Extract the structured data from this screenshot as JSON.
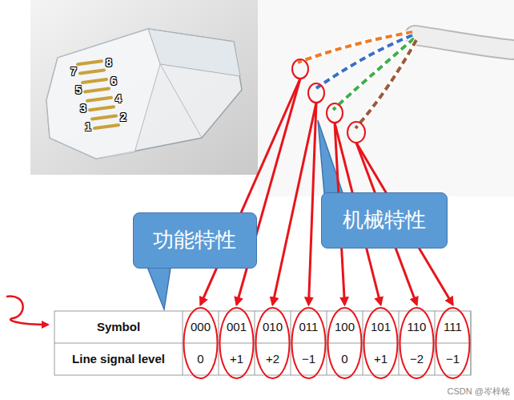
{
  "diagram": {
    "nodes": [
      {
        "text": [
          "机械特性"
        ]
      },
      {
        "text": [
          "功能特性"
        ]
      }
    ],
    "labels": [
      "8",
      "7",
      "6",
      "5",
      "4",
      "3",
      "2",
      "1",
      "Symbol",
      "000",
      "001",
      "010",
      "011",
      "100",
      "101",
      "110",
      "111",
      "Line signal level",
      "0",
      "+1",
      "+2",
      "−1",
      "0",
      "+1",
      "−2",
      "−1",
      "CSDN @岑梓铭"
    ]
  }
}
